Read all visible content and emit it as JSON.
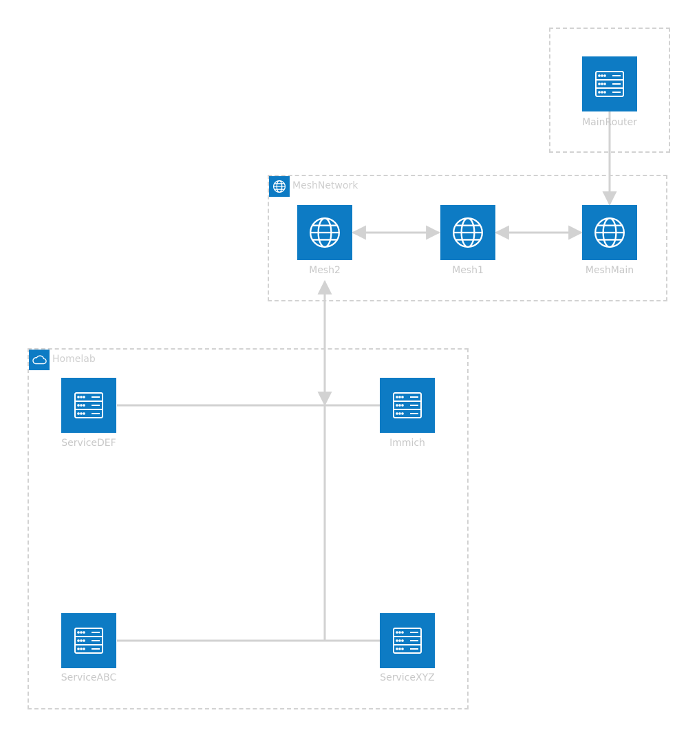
{
  "groups": {
    "main_router_group": {
      "label": ""
    },
    "mesh_network": {
      "label": "MeshNetwork",
      "icon": "globe-icon"
    },
    "homelab": {
      "label": "Homelab",
      "icon": "cloud-icon"
    }
  },
  "nodes": {
    "main_router": {
      "label": "MainRouter",
      "icon": "server-icon"
    },
    "mesh2": {
      "label": "Mesh2",
      "icon": "globe-icon"
    },
    "mesh1": {
      "label": "Mesh1",
      "icon": "globe-icon"
    },
    "mesh_main": {
      "label": "MeshMain",
      "icon": "globe-icon"
    },
    "service_def": {
      "label": "ServiceDEF",
      "icon": "server-icon"
    },
    "immich": {
      "label": "Immich",
      "icon": "server-icon"
    },
    "service_abc": {
      "label": "ServiceABC",
      "icon": "server-icon"
    },
    "service_xyz": {
      "label": "ServiceXYZ",
      "icon": "server-icon"
    }
  },
  "edges": [
    {
      "from": "MainRouter",
      "to": "MeshMain",
      "arrow": "end"
    },
    {
      "from": "Mesh2",
      "to": "Mesh1",
      "arrow": "both"
    },
    {
      "from": "Mesh1",
      "to": "MeshMain",
      "arrow": "both"
    },
    {
      "from": "Mesh2",
      "to": "Homelab",
      "arrow": "both"
    },
    {
      "from": "ServiceDEF",
      "to": "Immich",
      "arrow": "none"
    },
    {
      "from": "ServiceABC",
      "to": "ServiceXYZ",
      "arrow": "none"
    }
  ],
  "colors": {
    "node_fill": "#0d7bc4",
    "edge": "#d2d2d2",
    "label": "#c8c8c8"
  }
}
